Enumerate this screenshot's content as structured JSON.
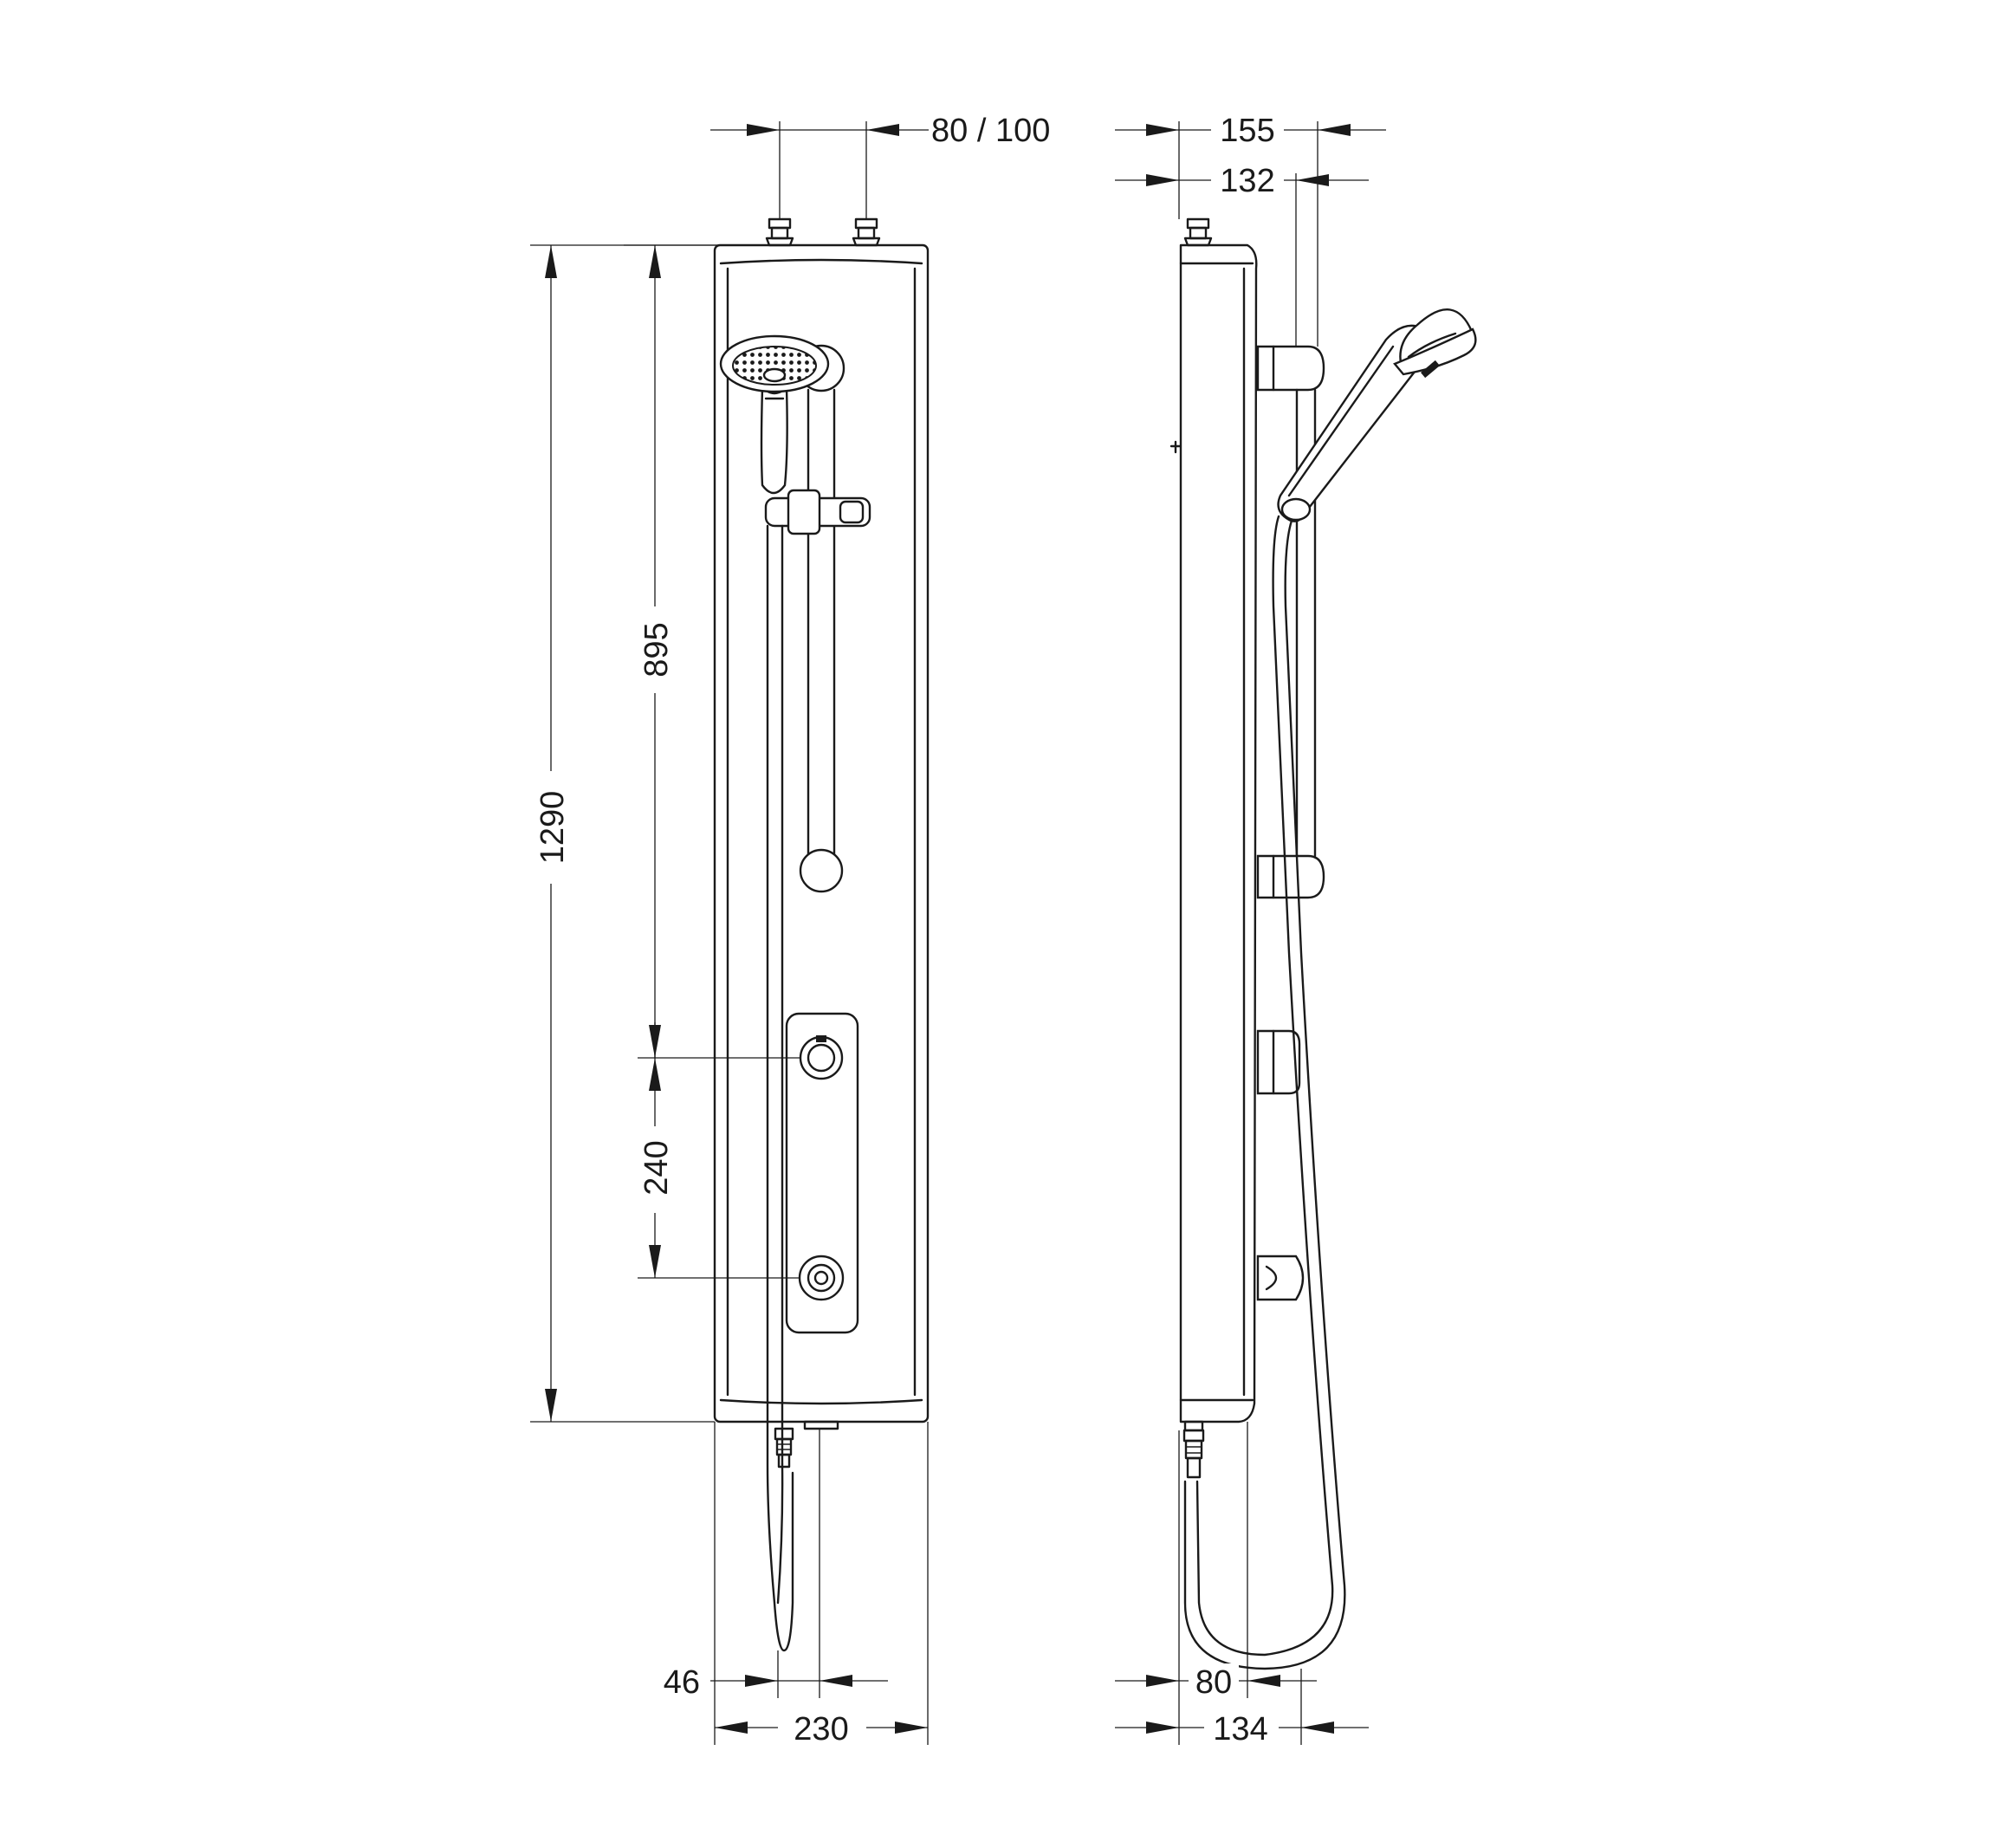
{
  "dimensions": {
    "connection_spacing": "80 / 100",
    "depth_overall": "155",
    "depth_bar": "132",
    "height_total": "1290",
    "height_outlet": "895",
    "valve_spacing": "240",
    "bottom_offset": "46",
    "width": "230",
    "hose_offset": "80",
    "side_depth": "134"
  },
  "icons": {
    "front_view": "shower-panel-front-icon",
    "side_view": "shower-panel-side-icon",
    "hand_shower": "hand-shower-icon",
    "valve": "valve-knob-icon"
  }
}
